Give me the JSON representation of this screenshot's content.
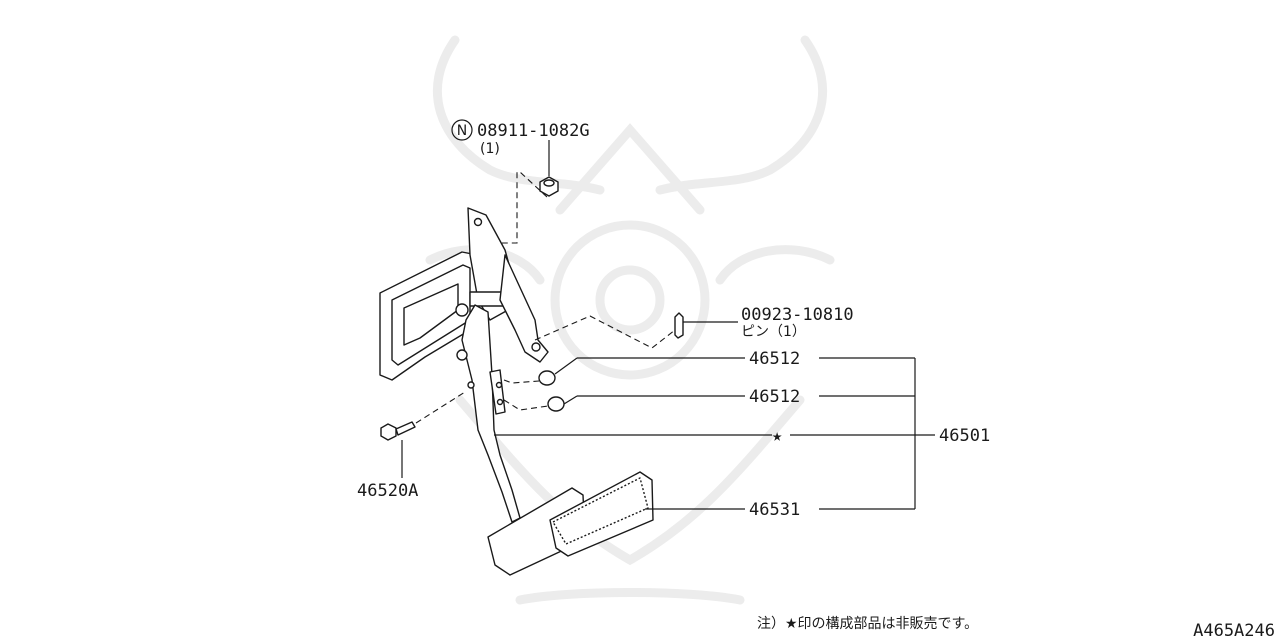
{
  "labels": {
    "nut_part": "08911-1082G",
    "nut_qty": "(1)",
    "pin_part": "00923-10810",
    "pin_desc": "ピン（1）",
    "stopper_1": "46512",
    "stopper_2": "46512",
    "pedal_assy": "46501",
    "pad": "46531",
    "bolt": "46520A",
    "circle_mark": "N",
    "star_mark": "★"
  },
  "footer": {
    "note": "注）★印の構成部品は非販売です。",
    "code": "A465A246"
  }
}
